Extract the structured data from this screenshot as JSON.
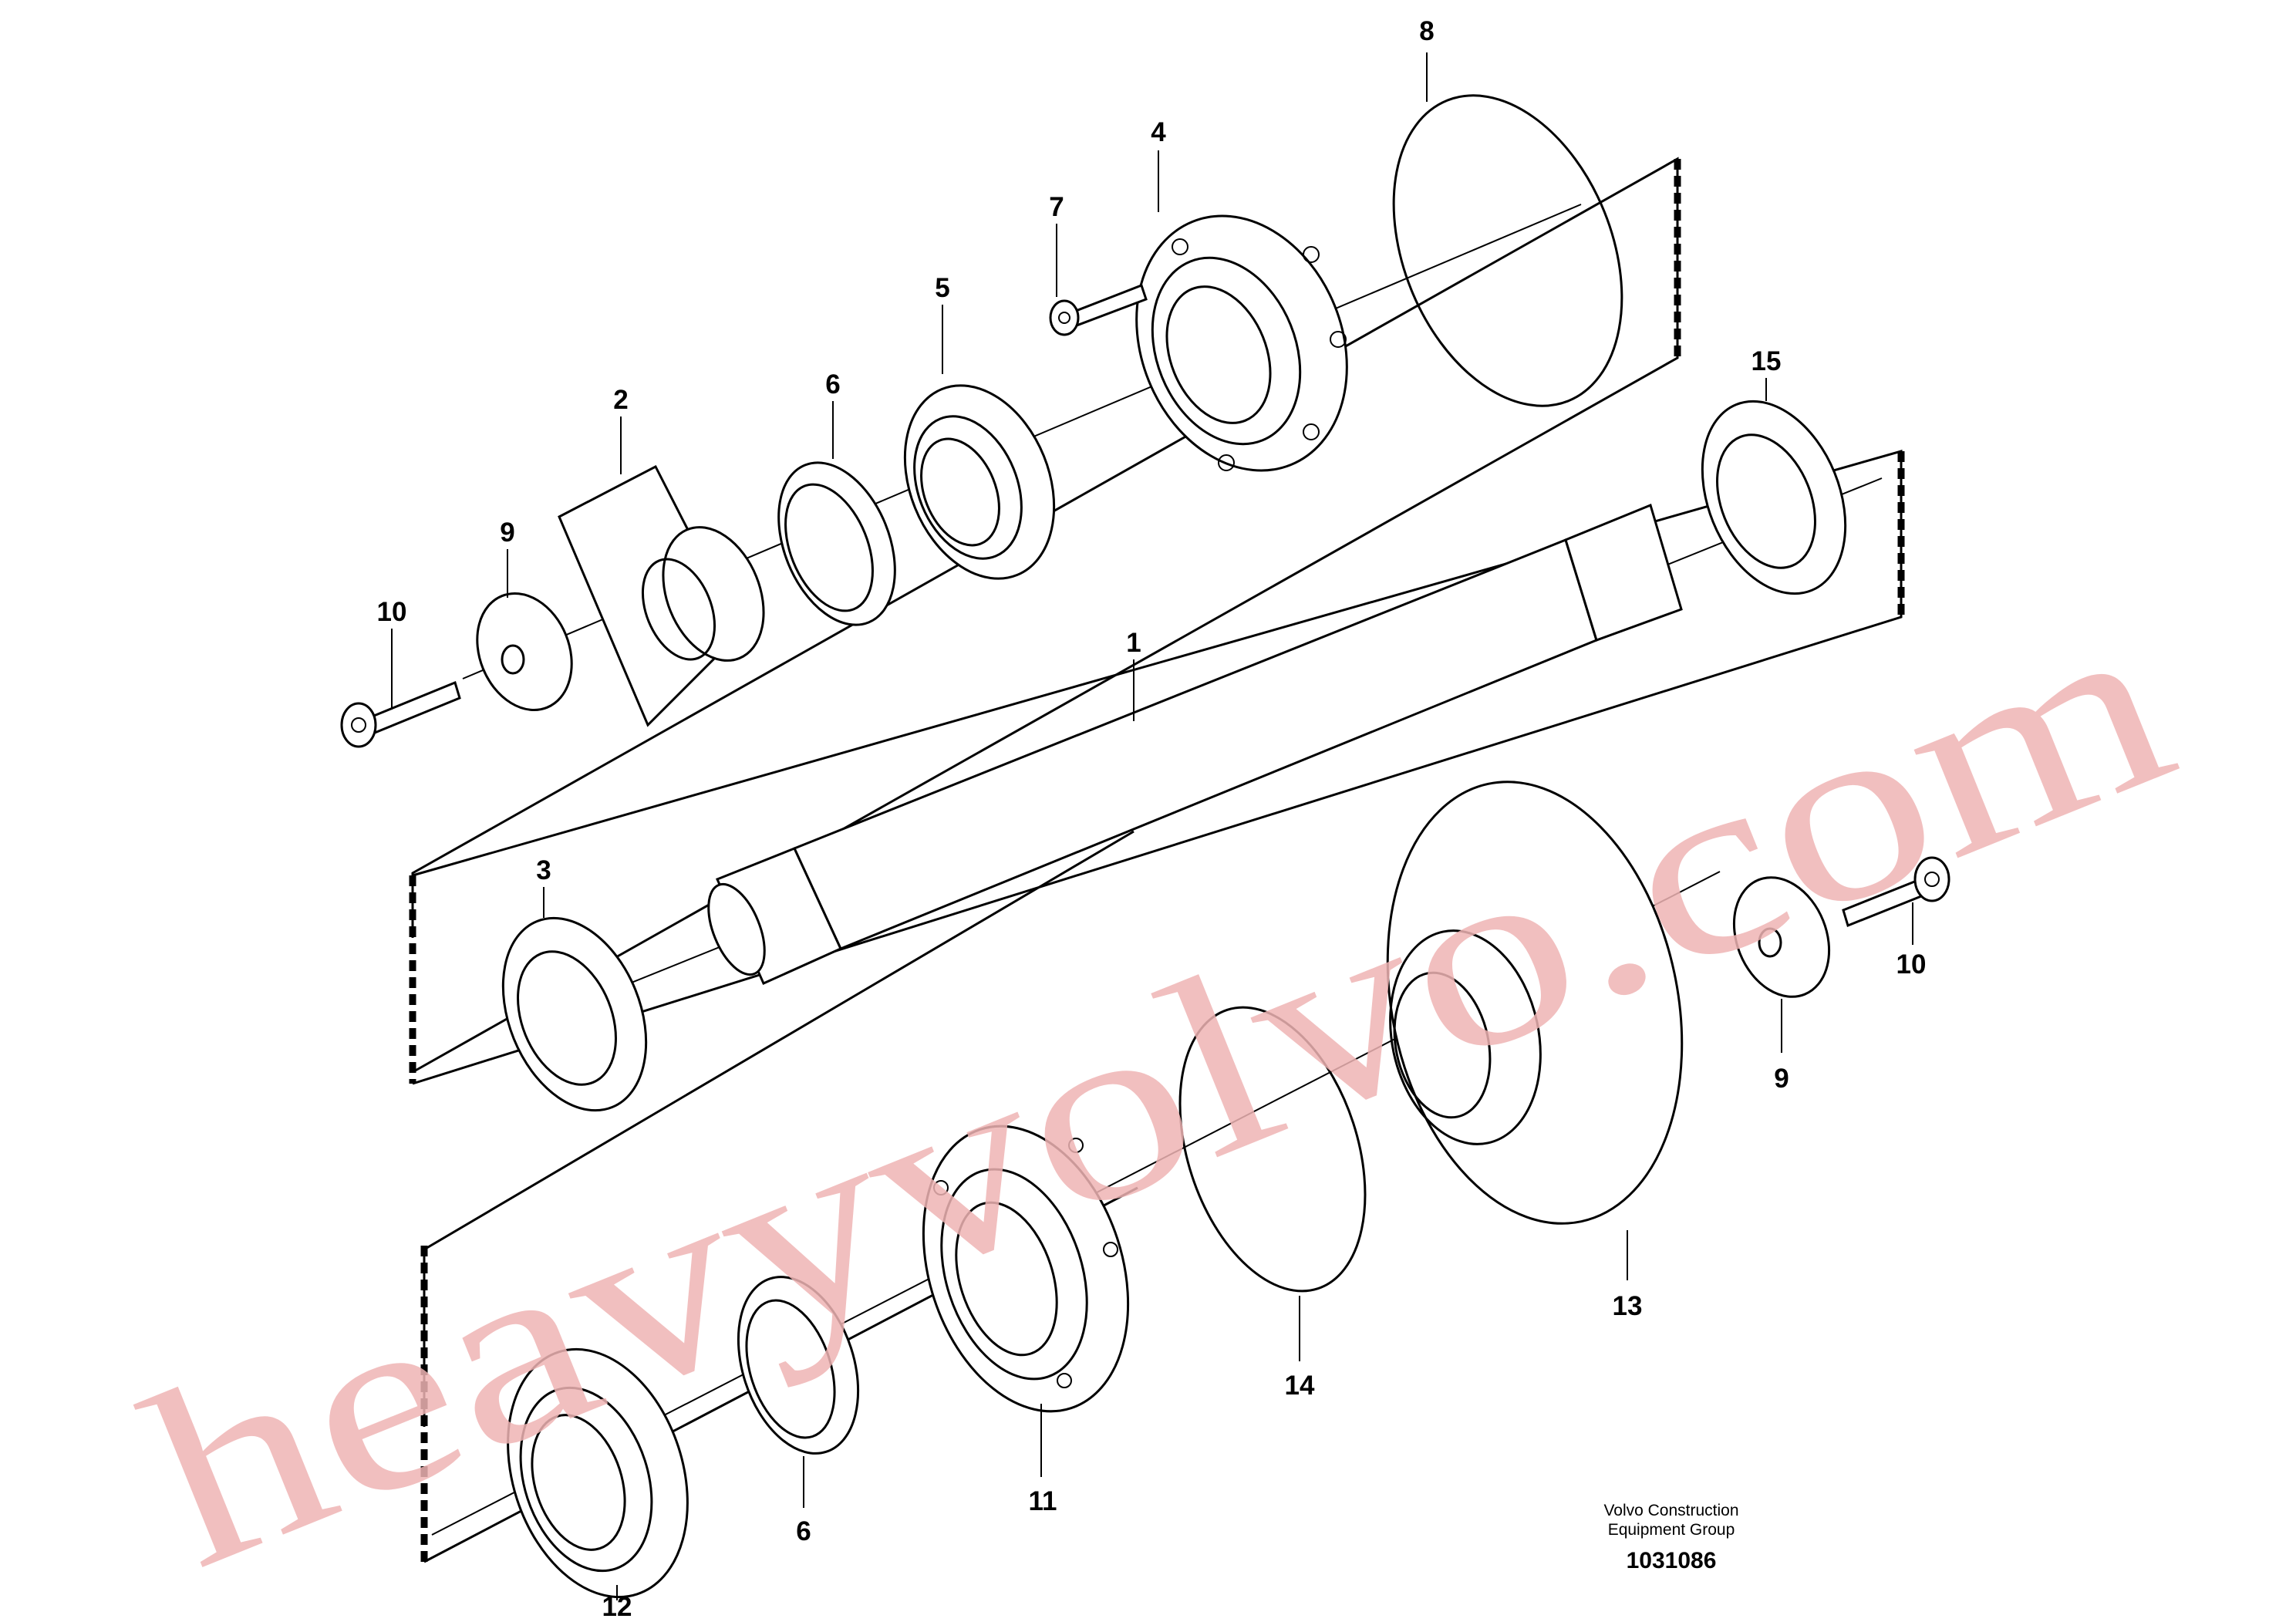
{
  "labels": {
    "p1": "1",
    "p2": "2",
    "p3": "3",
    "p4": "4",
    "p5": "5",
    "p6a": "6",
    "p6b": "6",
    "p7": "7",
    "p8": "8",
    "p9a": "9",
    "p9b": "9",
    "p10a": "10",
    "p10b": "10",
    "p11": "11",
    "p12": "12",
    "p13": "13",
    "p14": "14",
    "p15": "15"
  },
  "caption": {
    "line1": "Volvo Construction",
    "line2": "Equipment Group",
    "number": "1031086"
  },
  "watermark": "heavyvolvo.com"
}
